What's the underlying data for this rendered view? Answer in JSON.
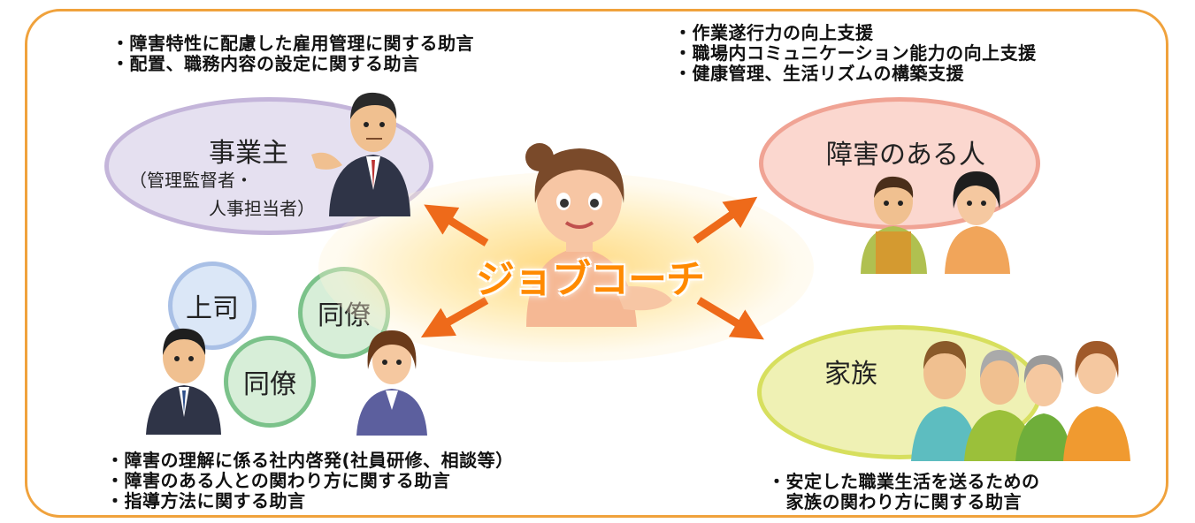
{
  "center": {
    "title": "ジョブコーチ"
  },
  "employer": {
    "label": "事業主",
    "sub_line1": "（管理監督者・",
    "sub_line2": "人事担当者）",
    "bullets": [
      "・障害特性に配慮した雇用管理に関する助言",
      "・配置、職務内容の設定に関する助言"
    ]
  },
  "person_with_disability": {
    "label": "障害のある人",
    "bullets": [
      "・作業遂行力の向上支援",
      "・職場内コミュニケーション能力の向上支援",
      "・健康管理、生活リズムの構築支援"
    ]
  },
  "coworkers": {
    "boss": "上司",
    "colleague_a": "同僚",
    "colleague_b": "同僚",
    "bullets": [
      "・障害の理解に係る社内啓発(社員研修、相談等）",
      "・障害のある人との関わり方に関する助言",
      "・指導方法に関する助言"
    ]
  },
  "family": {
    "label": "家族",
    "bullets": [
      "・安定した職業生活を送るための",
      "　家族の関わり方に関する助言"
    ]
  },
  "colors": {
    "frame": "#f0a23c",
    "arrow": "#ee6a1a",
    "title": "#ff8a00"
  }
}
